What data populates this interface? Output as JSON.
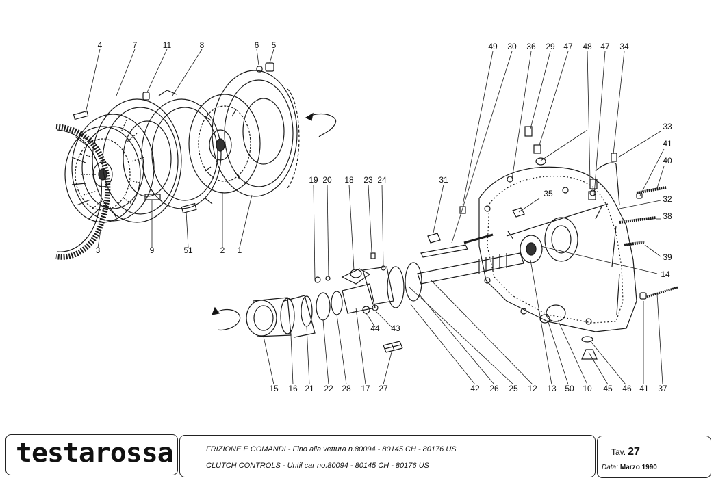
{
  "logo": "testarossa",
  "title_it_bold": "FRIZIONE E COMANDI",
  "title_it_rest": " - Fino alla vettura n.80094 - 80145 CH - 80176 US",
  "title_en_bold": "CLUTCH CONTROLS",
  "title_en_rest": " - Until car no.80094 - 80145 CH - 80176 US",
  "tav_label": "Tav.",
  "tav_number": "27",
  "date_label": "Data:",
  "date_value": "Marzo 1990",
  "part_labels": [
    "4",
    "7",
    "11",
    "8",
    "6",
    "5",
    "3",
    "9",
    "51",
    "2",
    "1",
    "19",
    "20",
    "18",
    "23",
    "24",
    "31",
    "15",
    "16",
    "21",
    "22",
    "28",
    "17",
    "27",
    "44",
    "43",
    "42",
    "26",
    "25",
    "12",
    "13",
    "50",
    "10",
    "45",
    "46",
    "41",
    "37",
    "49",
    "30",
    "36",
    "29",
    "47",
    "48",
    "47",
    "34",
    "33",
    "41",
    "40",
    "35",
    "32",
    "38",
    "39",
    "14"
  ]
}
